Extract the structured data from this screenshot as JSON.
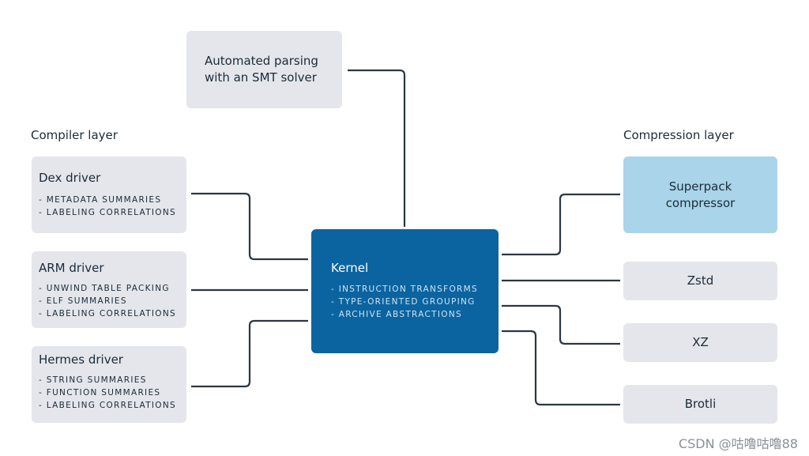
{
  "labels": {
    "compiler_layer": "Compiler layer",
    "compression_layer": "Compression layer"
  },
  "nodes": {
    "smt": {
      "title": "Automated parsing\nwith an SMT solver"
    },
    "dex": {
      "title": "Dex driver",
      "items": [
        "- METADATA SUMMARIES",
        "- LABELING CORRELATIONS"
      ]
    },
    "arm": {
      "title": "ARM driver",
      "items": [
        "- UNWIND TABLE PACKING",
        "- ELF SUMMARIES",
        "- LABELING CORRELATIONS"
      ]
    },
    "hermes": {
      "title": "Hermes driver",
      "items": [
        "- STRING SUMMARIES",
        "- FUNCTION SUMMARIES",
        "- LABELING CORRELATIONS"
      ]
    },
    "kernel": {
      "title": "Kernel",
      "items": [
        "- INSTRUCTION TRANSFORMS",
        "- TYPE-ORIENTED GROUPING",
        "- ARCHIVE ABSTRACTIONS"
      ]
    },
    "superpack": {
      "title": "Superpack\ncompressor"
    },
    "zstd": {
      "title": "Zstd"
    },
    "xz": {
      "title": "XZ"
    },
    "brotli": {
      "title": "Brotli"
    }
  },
  "colors": {
    "node_fill": "#e4e6eb",
    "kernel_fill": "#0b64a0",
    "superpack_fill": "#a9d4ea",
    "connector": "#2b3744",
    "text": "#1c2b39"
  },
  "watermark": "CSDN @咕噜咕噜88"
}
